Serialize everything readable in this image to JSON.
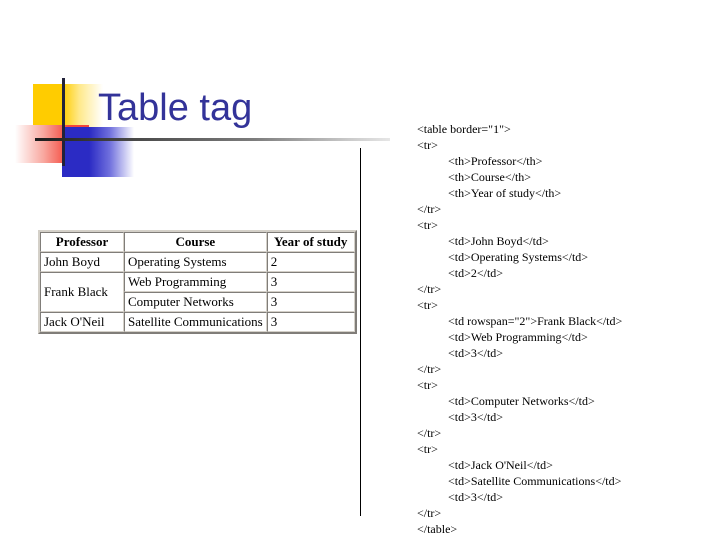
{
  "slide": {
    "title": "Table tag",
    "title_color": "#333399",
    "decoration": {
      "yellow": "#FFCC00",
      "red": "#F4473B",
      "blue": "#2B2BC4",
      "bar": "#22223a"
    }
  },
  "rendered_table": {
    "border": "1",
    "headers": [
      "Professor",
      "Course",
      "Year of study"
    ],
    "rows": [
      {
        "professor": "John Boyd",
        "professor_rowspan": 1,
        "course": "Operating Systems",
        "year": "2"
      },
      {
        "professor": "Frank Black",
        "professor_rowspan": 2,
        "course": "Web Programming",
        "year": "3"
      },
      {
        "professor": null,
        "professor_rowspan": 0,
        "course": "Computer Networks",
        "year": "3"
      },
      {
        "professor": "Jack O'Neil",
        "professor_rowspan": 1,
        "course": "Satellite Communications",
        "year": "3"
      }
    ],
    "cells": {
      "r0c0": "John Boyd",
      "r0c1": "Operating Systems",
      "r0c2": "2",
      "r1c0": "Frank Black",
      "r1c1": "Web Programming",
      "r1c2": "3",
      "r2c1": "Computer Networks",
      "r2c2": "3",
      "r3c0": "Jack O'Neil",
      "r3c1": "Satellite Communications",
      "r3c2": "3"
    }
  },
  "code_listing": {
    "lines": [
      {
        "text": "<table border=\"1\">",
        "indent": 0
      },
      {
        "text": "<tr>",
        "indent": 0
      },
      {
        "text": "<th>Professor</th>",
        "indent": 1
      },
      {
        "text": "<th>Course</th>",
        "indent": 1
      },
      {
        "text": "<th>Year of study</th>",
        "indent": 1
      },
      {
        "text": "</tr>",
        "indent": 0
      },
      {
        "text": "<tr>",
        "indent": 0
      },
      {
        "text": "<td>John Boyd</td>",
        "indent": 1
      },
      {
        "text": "<td>Operating Systems</td>",
        "indent": 1
      },
      {
        "text": "<td>2</td>",
        "indent": 1
      },
      {
        "text": "</tr>",
        "indent": 0
      },
      {
        "text": "<tr>",
        "indent": 0
      },
      {
        "text": "<td rowspan=\"2\">Frank Black</td>",
        "indent": 1
      },
      {
        "text": "<td>Web Programming</td>",
        "indent": 1
      },
      {
        "text": "<td>3</td>",
        "indent": 1
      },
      {
        "text": "</tr>",
        "indent": 0
      },
      {
        "text": "<tr>",
        "indent": 0
      },
      {
        "text": "<td>Computer Networks</td>",
        "indent": 1
      },
      {
        "text": "<td>3</td>",
        "indent": 1
      },
      {
        "text": "</tr>",
        "indent": 0
      },
      {
        "text": "<tr>",
        "indent": 0
      },
      {
        "text": "<td>Jack O'Neil</td>",
        "indent": 1
      },
      {
        "text": "<td>Satellite Communications</td>",
        "indent": 1
      },
      {
        "text": "<td>3</td>",
        "indent": 1
      },
      {
        "text": "</tr>",
        "indent": 0
      },
      {
        "text": "</table>",
        "indent": 0
      }
    ]
  }
}
